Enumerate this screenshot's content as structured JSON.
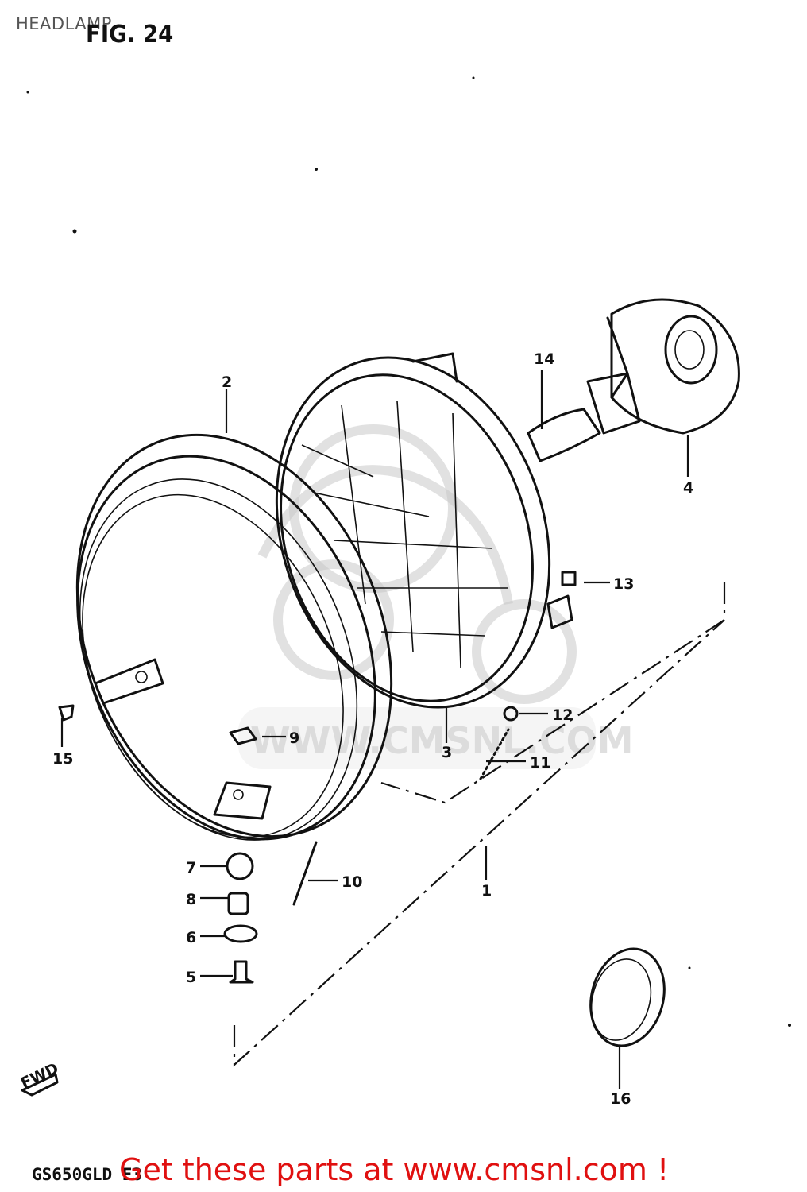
{
  "header": {
    "title": "HEADLAMP",
    "figure_label": "FIG. 24"
  },
  "model_code": "GS650GLD E3",
  "footer": {
    "link_text": "Get these parts at www.cmsnl.com !"
  },
  "watermark": {
    "text": "WWW.CMSNL.COM"
  },
  "direction_marker": {
    "text": "FWD"
  },
  "callouts": [
    "1",
    "2",
    "3",
    "4",
    "5",
    "6",
    "7",
    "8",
    "9",
    "10",
    "11",
    "12",
    "13",
    "14",
    "15",
    "16"
  ]
}
